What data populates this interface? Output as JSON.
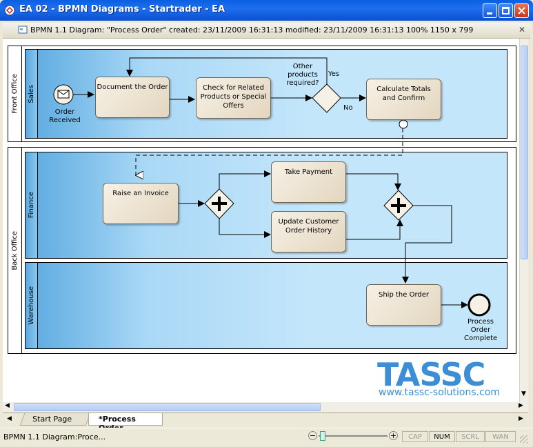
{
  "window": {
    "title": "EA 02 - BPMN Diagrams - Startrader - EA"
  },
  "diagram_header": {
    "text": "BPMN 1.1 Diagram: \"Process Order\"   created: 23/11/2009 16:31:13   modified: 23/11/2009 16:31:13   100%   1150 x 799"
  },
  "pools": {
    "front_office": "Front Office",
    "back_office": "Back Office"
  },
  "lanes": {
    "sales": "Sales",
    "finance": "Finance",
    "warehouse": "Warehouse"
  },
  "tasks": {
    "document_order": "Document the Order",
    "check_products": "Check for Related Products or Special Offers",
    "calculate_totals": "Calculate Totals and Confirm",
    "raise_invoice": "Raise an Invoice",
    "take_payment": "Take Payment",
    "update_history": "Update Customer Order History",
    "ship_order": "Ship the Order"
  },
  "events": {
    "start": "Order Received",
    "end": "Process Order Complete"
  },
  "gateway": {
    "question": "Other products required?",
    "yes": "Yes",
    "no": "No"
  },
  "tabs": {
    "start_page": "Start Page",
    "process_order": "*Process Order"
  },
  "status": {
    "text": "BPMN 1.1 Diagram:Proce...",
    "cap": "CAP",
    "num": "NUM",
    "scrl": "SCRL",
    "wan": "WAN"
  },
  "logo": {
    "name": "TASSC",
    "url": "www.tassc-solutions.com"
  },
  "colors": {
    "lane_fill": "#c4e6fb",
    "task_fill": "#efe6d6",
    "titlebar": "#0a5fe0",
    "logo": "#3c8fd7"
  }
}
